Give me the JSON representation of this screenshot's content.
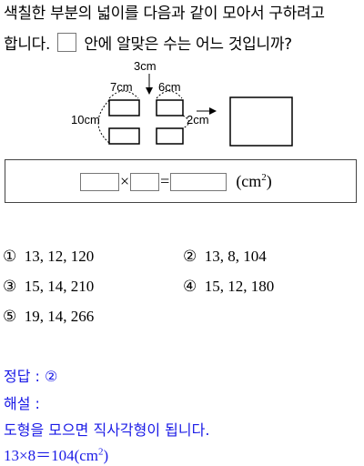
{
  "question": {
    "line1": "색칠한 부분의 넓이를 다음과 같이 모아서 구하려고",
    "line2_before": "합니다.",
    "line2_after": "안에 알맞은 수는 어느 것입니까?"
  },
  "figure": {
    "label_top": "3cm",
    "label_left_width": "7cm",
    "label_right_width": "6cm",
    "label_height": "10cm",
    "label_arrow": "2cm"
  },
  "equation": {
    "times": "×",
    "equals": "=",
    "unit_base": "(cm",
    "unit_exp": "2",
    "unit_close": ")"
  },
  "choices": [
    {
      "mark": "①",
      "text": "13,  12,  120"
    },
    {
      "mark": "②",
      "text": "13,  8,  104"
    },
    {
      "mark": "③",
      "text": "15,  14,  210"
    },
    {
      "mark": "④",
      "text": "15,  12,  180"
    },
    {
      "mark": "⑤",
      "text": "19,  14,  266"
    }
  ],
  "solution": {
    "answer": "정답 : ②",
    "explanation_label": "해설 :",
    "explanation": "도형을 모으면 직사각형이 됩니다.",
    "formula_base": "13×8＝104(cm",
    "formula_exp": "2",
    "formula_close": ")"
  },
  "colors": {
    "answer_blue": "#1a1ae6"
  }
}
